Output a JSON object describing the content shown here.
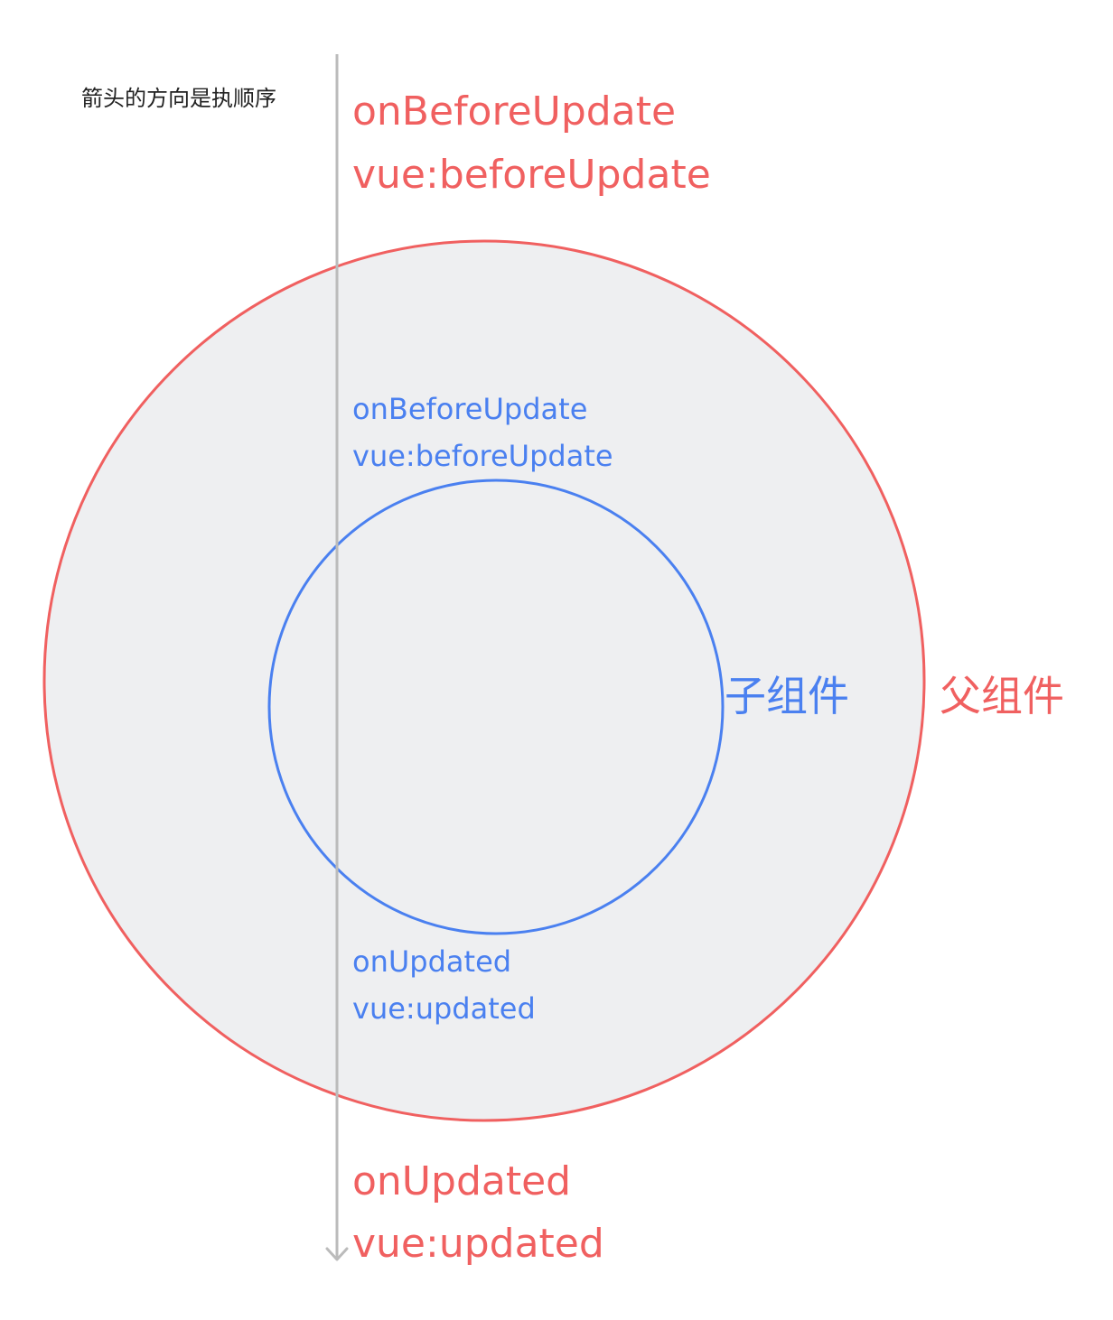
{
  "colors": {
    "parent": "#f06060",
    "child": "#4a80f0",
    "arrow": "#bbbbbb",
    "fill": "#eeeff1",
    "note": "#222222"
  },
  "note": "箭头的方向是执顺序",
  "parent": {
    "name": "父组件",
    "before": [
      "onBeforeUpdate",
      "vue:beforeUpdate"
    ],
    "after": [
      "onUpdated",
      "vue:updated"
    ]
  },
  "child": {
    "name": "子组件",
    "before": [
      "onBeforeUpdate",
      "vue:beforeUpdate"
    ],
    "after": [
      "onUpdated",
      "vue:updated"
    ]
  }
}
